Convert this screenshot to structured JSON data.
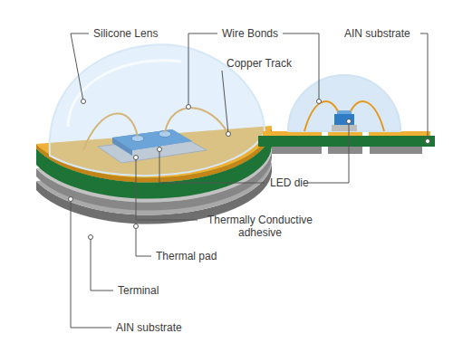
{
  "diagram": {
    "labels": [
      "Silicone Lens",
      "Wire Bonds",
      "AIN substrate",
      "Copper Track",
      "LED die",
      "Thermally Conductive adhesive",
      "Thermal pad",
      "Terminal",
      "AIN substrate"
    ]
  }
}
